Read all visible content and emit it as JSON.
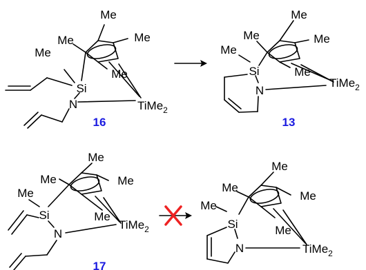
{
  "compounds": [
    {
      "number": "16",
      "labels": {
        "me_top": "Me",
        "me_left": "Me",
        "me_right": "Me",
        "me_si": "Me",
        "me_cp": "Me",
        "si": "Si",
        "n": "N",
        "ti": "TiMe",
        "ti_sub": "2"
      }
    },
    {
      "number": "13",
      "labels": {
        "me_top": "Me",
        "me_left": "Me",
        "me_right": "Me",
        "me_si": "Me",
        "me_cp": "Me",
        "si": "Si",
        "n": "N",
        "ti": "TiMe",
        "ti_sub": "2"
      }
    },
    {
      "number": "17",
      "labels": {
        "me_top": "Me",
        "me_left": "Me",
        "me_right": "Me",
        "me_si": "Me",
        "me_cp": "Me",
        "si": "Si",
        "n": "N",
        "ti": "TiMe",
        "ti_sub": "2"
      }
    },
    {
      "labels": {
        "me_top": "Me",
        "me_left": "Me",
        "me_right": "Me",
        "me_si": "Me",
        "me_cp": "Me",
        "si": "Si",
        "n": "N",
        "ti": "TiMe",
        "ti_sub": "2"
      }
    }
  ],
  "arrows": [
    {
      "outcome": "proceeds"
    },
    {
      "outcome": "blocked",
      "blocked_color": "#ee2222"
    }
  ],
  "colors": {
    "compound_number": "#1a1ae0",
    "blocked_mark": "#ee2222"
  }
}
